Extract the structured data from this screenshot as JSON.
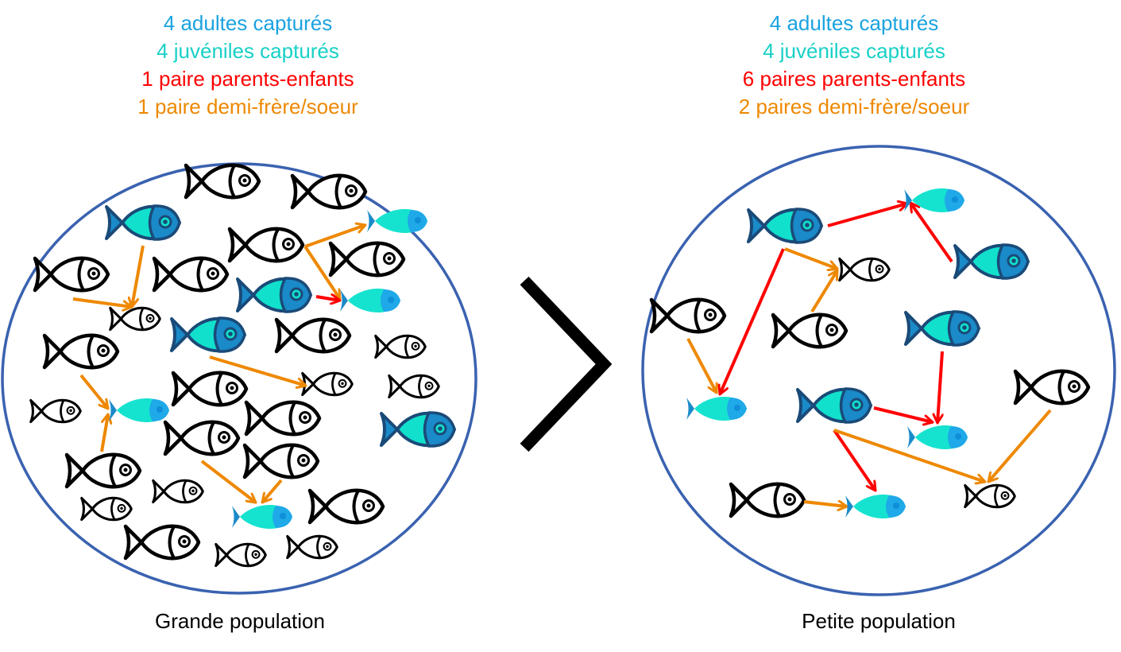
{
  "colors": {
    "adult": "#1aa3e0",
    "juvenile": "#17d0c6",
    "parent_offspring": "#ff0000",
    "half_sibling": "#ee8800",
    "circle": "#3a62b0",
    "fish_adult_fill": "#11e0cc",
    "fish_adult_dark": "#1a8ac9",
    "fish_adult_outline": "#1a4a78"
  },
  "left": {
    "stats": {
      "adults": "4 adultes capturés",
      "juveniles": "4 juvéniles capturés",
      "parent_offspring": "1 paire parents-enfants",
      "half_sibling": "1 paire demi-frère/soeur"
    },
    "caption": "Grande population"
  },
  "right": {
    "stats": {
      "adults": "4 adultes capturés",
      "juveniles": "4 juvéniles capturés",
      "parent_offspring": "6 paires parents-enfants",
      "half_sibling": "2 paires demi-frère/soeur"
    },
    "caption": "Petite population"
  },
  "comparison_symbol": "greater-than",
  "icons": [
    "fish-icon",
    "greater-than-icon",
    "arrow-icon"
  ]
}
